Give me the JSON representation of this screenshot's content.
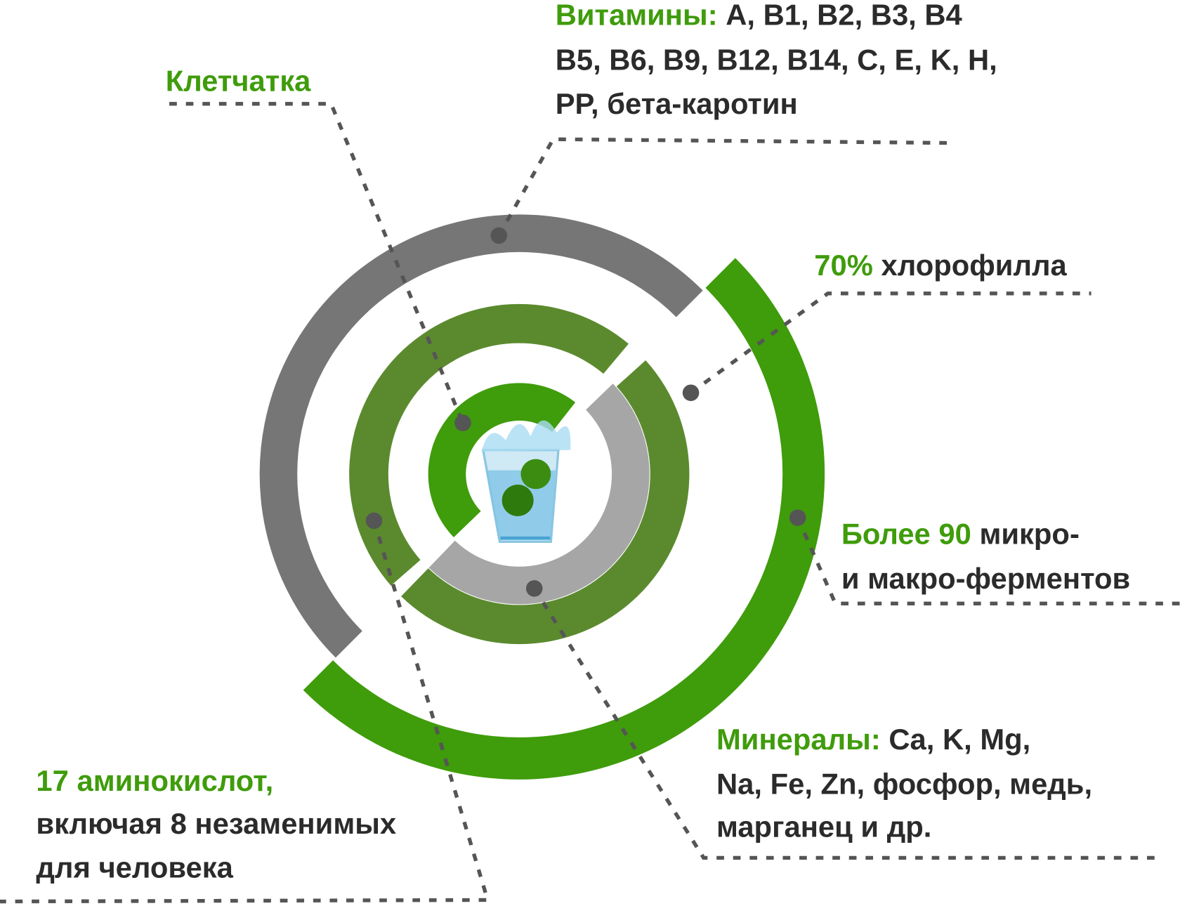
{
  "colors": {
    "accent_green": "#3f9c0b",
    "dark_green": "#5b8a2e",
    "dark_gray": "#767676",
    "light_gray": "#a6a6a6",
    "text": "#2b2b2b",
    "leader": "#555555"
  },
  "center_icon": "glass-of-water-with-algae-balls-icon",
  "labels": {
    "fiber": {
      "title": "Клетчатка"
    },
    "vitamins": {
      "title": "Витамины:",
      "line1": " A, B1, B2, B3, B4",
      "line2": "B5, B6, B9, B12, B14, C, E, K, H,",
      "line3": "PP, бета-каротин"
    },
    "chlorophyll": {
      "highlight": "70%",
      "rest": " хлорофилла"
    },
    "enzymes": {
      "highlight": "Более 90",
      "rest": " микро-",
      "line2": "и макро-ферментов"
    },
    "minerals": {
      "title": "Минералы:",
      "line1": " Ca, K, Mg,",
      "line2": "Na, Fe, Zn, фосфор, медь,",
      "line3": "марганец и др."
    },
    "amino": {
      "title": "17 аминокислот,",
      "line2": "включая 8 незаменимых",
      "line3": "для человека"
    }
  }
}
